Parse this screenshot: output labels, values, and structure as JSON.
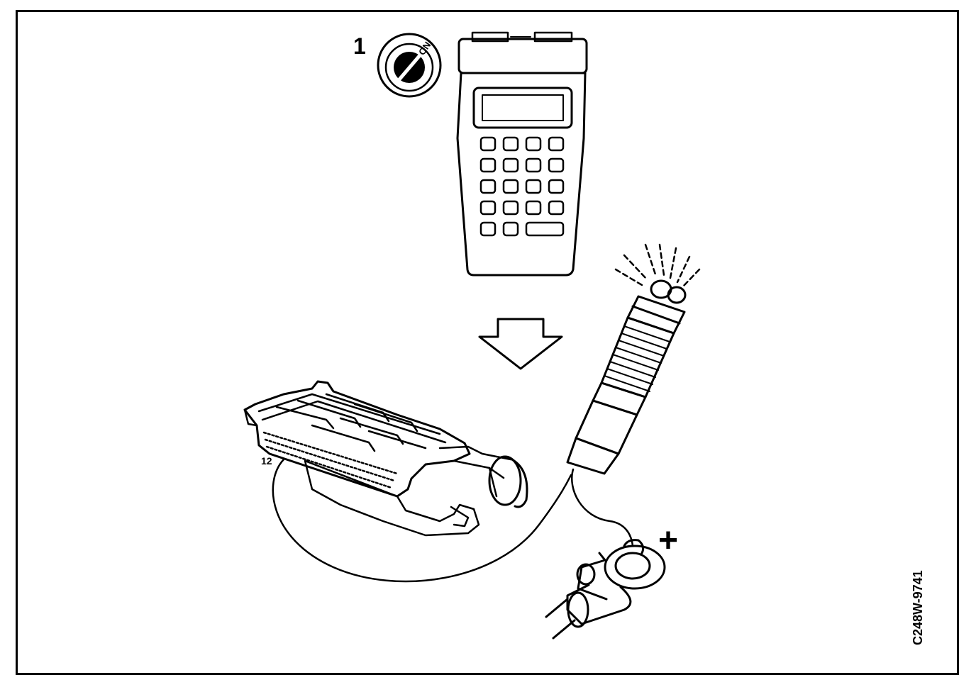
{
  "labels": {
    "step_number": "1",
    "ignition_on": "ON",
    "pin_number": "12",
    "polarity": "+",
    "figure_code": "C248W-9741"
  },
  "icons": [
    "ignition-key-switch-icon",
    "handheld-scan-tool-icon",
    "down-arrow-icon",
    "ecu-connector-icon",
    "test-lamp-icon",
    "battery-positive-terminal-icon"
  ],
  "colors": {
    "line": "#000000",
    "background": "#ffffff"
  }
}
